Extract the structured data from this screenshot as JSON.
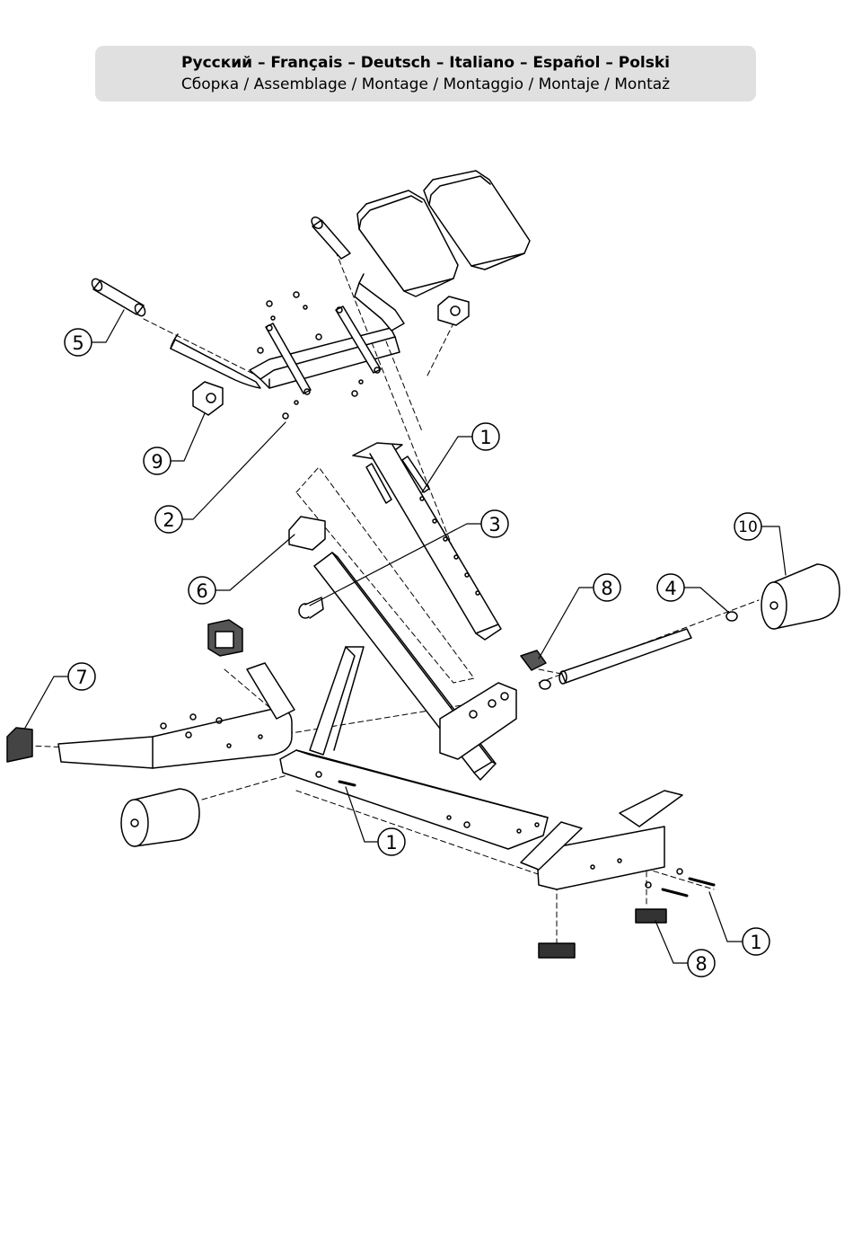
{
  "header": {
    "title": "Русский – Français – Deutsch – Italiano – Español – Polski",
    "subtitle": "Сборка / Assemblage / Montage / Montaggio / Montaje / Montaż"
  },
  "callouts": [
    {
      "id": "c1a",
      "label": "1"
    },
    {
      "id": "c1b",
      "label": "1"
    },
    {
      "id": "c1c",
      "label": "1"
    },
    {
      "id": "c2",
      "label": "2"
    },
    {
      "id": "c3",
      "label": "3"
    },
    {
      "id": "c4",
      "label": "4"
    },
    {
      "id": "c5",
      "label": "5"
    },
    {
      "id": "c6",
      "label": "6"
    },
    {
      "id": "c7",
      "label": "7"
    },
    {
      "id": "c8a",
      "label": "8"
    },
    {
      "id": "c8b",
      "label": "8"
    },
    {
      "id": "c9",
      "label": "9"
    },
    {
      "id": "c10",
      "label": "10"
    }
  ]
}
